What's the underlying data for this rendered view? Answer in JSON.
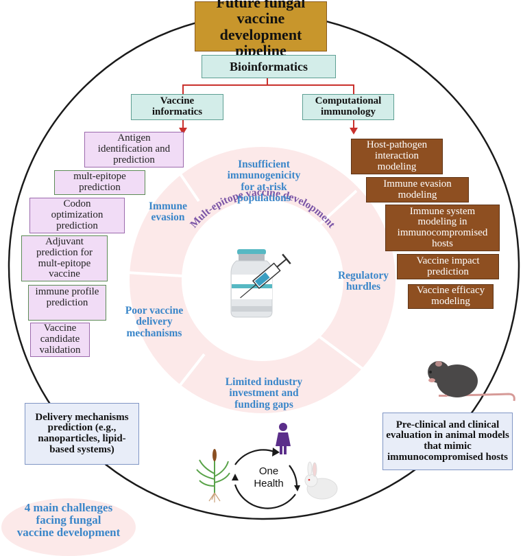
{
  "title": "Future fungal vaccine development pipeline",
  "title_lines": [
    "Future fungal",
    "vaccine development",
    "pipeline"
  ],
  "bioinformatics": "Bioinformatics",
  "branches": {
    "vaccine_informatics": {
      "label_lines": [
        "Vaccine",
        "informatics"
      ],
      "items": [
        {
          "lines": [
            "Antigen",
            "identification and",
            "prediction"
          ]
        },
        {
          "lines": [
            "mult-epitope",
            "prediction"
          ]
        },
        {
          "lines": [
            "Codon",
            "optimization",
            "prediction"
          ]
        },
        {
          "lines": [
            "Adjuvant",
            "prediction for",
            "mult-epitope",
            "vaccine"
          ]
        },
        {
          "lines": [
            "immune profile",
            "prediction"
          ]
        },
        {
          "lines": [
            "Vaccine",
            "candidate",
            "validation"
          ]
        }
      ]
    },
    "computational_immunology": {
      "label_lines": [
        "Computational",
        "immunology"
      ],
      "items": [
        {
          "lines": [
            "Host-pathogen",
            "interaction",
            "modeling"
          ]
        },
        {
          "lines": [
            "Immune evasion",
            "modeling"
          ]
        },
        {
          "lines": [
            "Immune system",
            "modeling in",
            "immunocompromised",
            "hosts"
          ]
        },
        {
          "lines": [
            "Vaccine impact",
            "prediction"
          ]
        },
        {
          "lines": [
            "Vaccine efficacy",
            "modeling"
          ]
        }
      ]
    }
  },
  "ring": {
    "center_label": "Mult-epitope vaccine development",
    "center_icon": "vaccine-vial-syringe-icon",
    "challenges": [
      {
        "lines": [
          "Insufficient",
          "immunogenicity",
          "for at-risk",
          "populations"
        ]
      },
      {
        "lines": [
          "Immune",
          "evasion"
        ]
      },
      {
        "lines": [
          "Poor vaccine",
          "delivery",
          "mechanisms"
        ]
      },
      {
        "lines": [
          "Limited industry",
          "investment and",
          "funding gaps"
        ]
      },
      {
        "lines": [
          "Regulatory",
          "hurdles"
        ]
      }
    ]
  },
  "delivery_note": {
    "lines": [
      "Delivery mechanisms",
      "prediction (e.g.,",
      "nanoparticles, lipid-",
      "based systems)"
    ]
  },
  "preclinical_note": {
    "lines": [
      "Pre-clinical and clinical",
      "evaluation in animal models",
      "that mimic",
      "immunocompromised hosts"
    ]
  },
  "one_health": {
    "lines": [
      "One",
      "Health"
    ],
    "icons": [
      "plant-icon",
      "human-icon",
      "rabbit-icon"
    ]
  },
  "mouse_icon": "mouse-icon",
  "legend": {
    "lines": [
      "4 main challenges",
      "facing fungal",
      "vaccine development"
    ]
  },
  "colors": {
    "title_bg": "#c8962c",
    "teal_bg": "#d3ede9",
    "lilac_bg": "#f1dcf6",
    "brown_bg": "#8e4f21",
    "note_bg": "#e8edf8",
    "ring_fill": "#fce9e9",
    "challenge_text": "#3a86c9",
    "center_text": "#7b55a6",
    "arrow": "#c9302c"
  }
}
